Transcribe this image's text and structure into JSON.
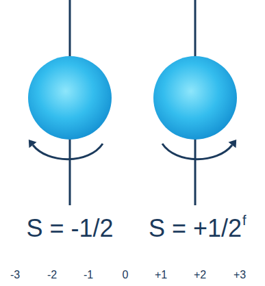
{
  "diagram": {
    "labels": [
      "S = -1/2",
      "S = +1/2",
      "f",
      "-3",
      "-2",
      "-1",
      "0",
      "+1",
      "+2",
      "+3"
    ]
  }
}
